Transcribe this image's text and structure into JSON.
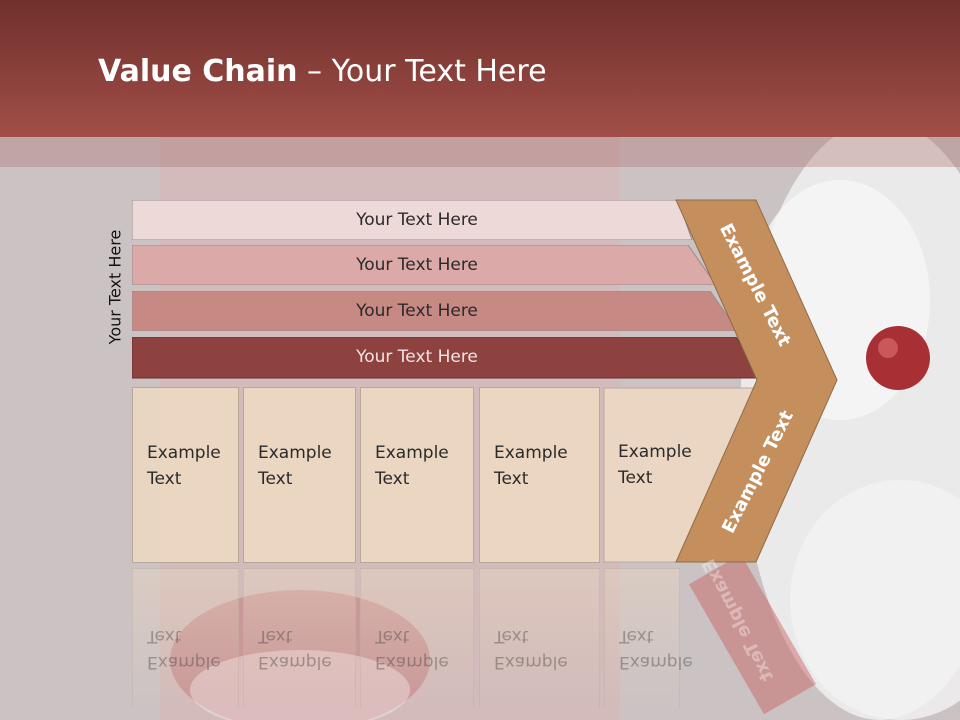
{
  "slide": {
    "title_bold": "Value Chain",
    "title_rest": " – Your Text Here"
  },
  "side_label": "Your Text Here",
  "rows": [
    {
      "label": "Your Text Here",
      "color": "#eed9d9"
    },
    {
      "label": "Your Text Here",
      "color": "#dba9a7"
    },
    {
      "label": "Your Text Here",
      "color": "#c78983"
    },
    {
      "label": "Your Text Here",
      "color": "#8e4240"
    }
  ],
  "boxes": [
    {
      "label": "Example Text"
    },
    {
      "label": "Example Text"
    },
    {
      "label": "Example Text"
    },
    {
      "label": "Example Text"
    },
    {
      "label": "Example Text"
    }
  ],
  "chevron": {
    "upper_label": "Example Text",
    "lower_label": "Example Text",
    "color": "#c58f5d"
  },
  "colors": {
    "header": "#8a3d38",
    "box_fill": "#ead6c2"
  }
}
